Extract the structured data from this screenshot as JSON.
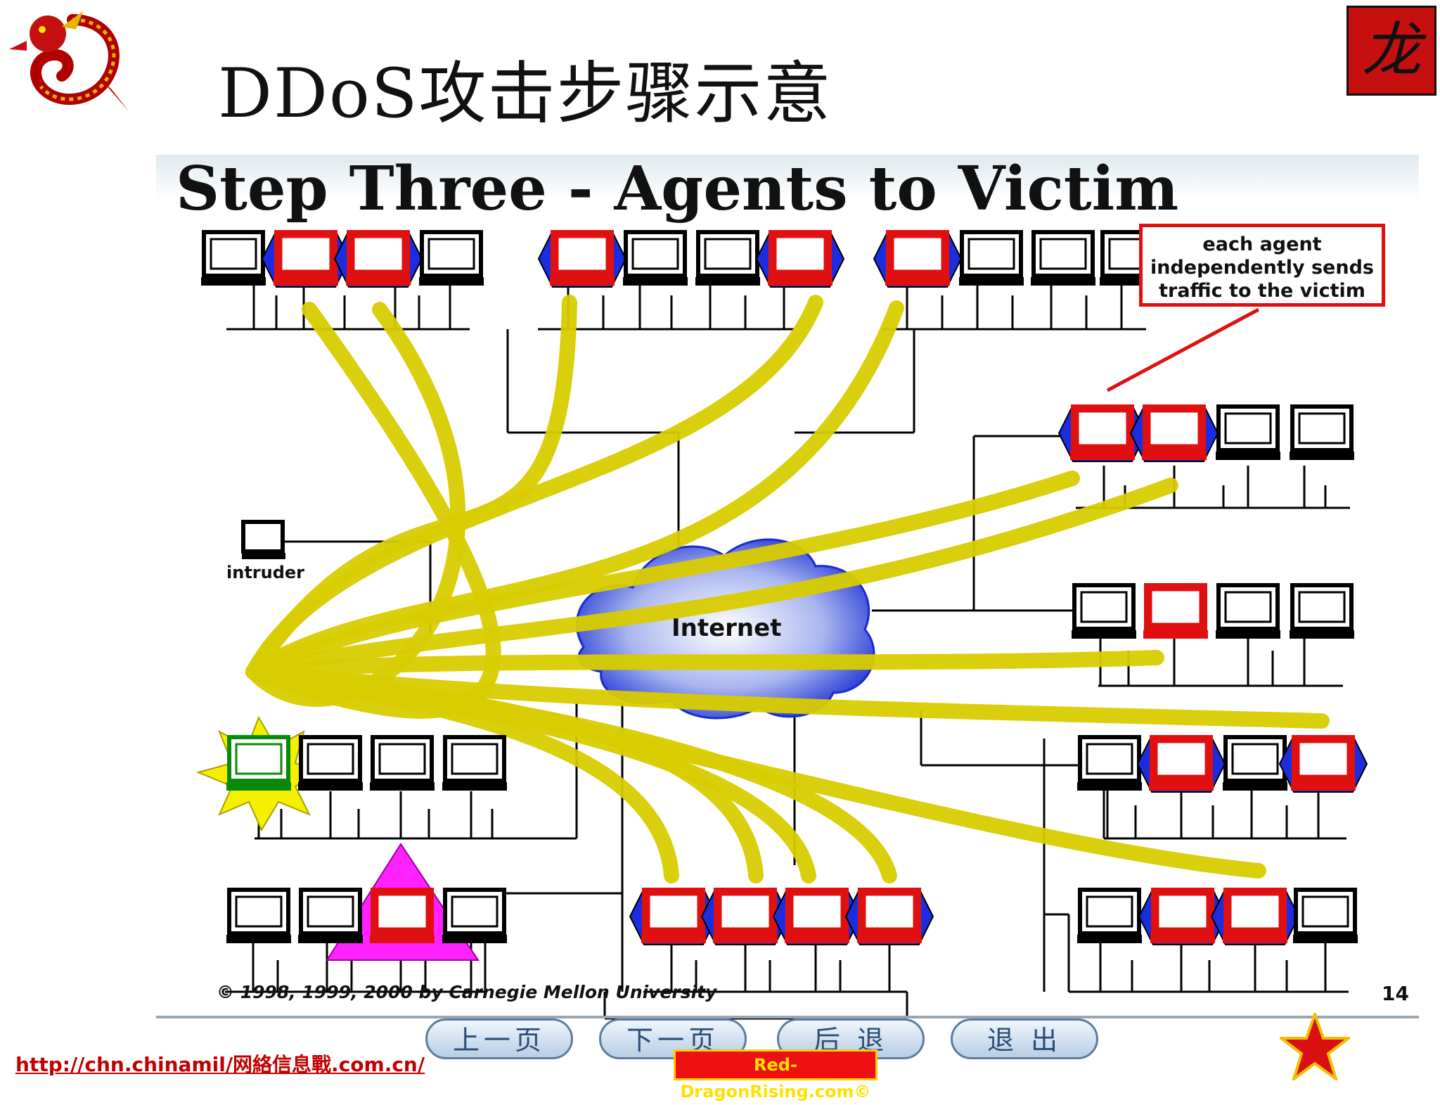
{
  "header": {
    "title": "DDoS攻击步骤示意",
    "corner_badge": "龙"
  },
  "diagram": {
    "step_title": "Step Three - Agents to Victim",
    "callout_lines": [
      "each agent",
      "independently sends",
      "traffic to the victim"
    ],
    "intruder_label": "intruder",
    "internet_label": "Internet",
    "copyright": "© 1998, 1999, 2000 by Carnegie Mellon University",
    "page_number": "14"
  },
  "nav": {
    "prev": "上一页",
    "next": "下一页",
    "back": "后 退",
    "exit": "退 出"
  },
  "footer": {
    "url": "http://chn.chinamil/网絡信息戰.com.cn/",
    "credit": "Red-DragonRising.com©"
  },
  "colors": {
    "agent": "#e01010",
    "hex_fill": "#1a2ee0",
    "attack_stream": "#d8cc00",
    "victim_burst": "#f4f000",
    "handler_triangle": "#ff22ff",
    "nav_text": "#2a4d78",
    "url": "#c20000"
  }
}
